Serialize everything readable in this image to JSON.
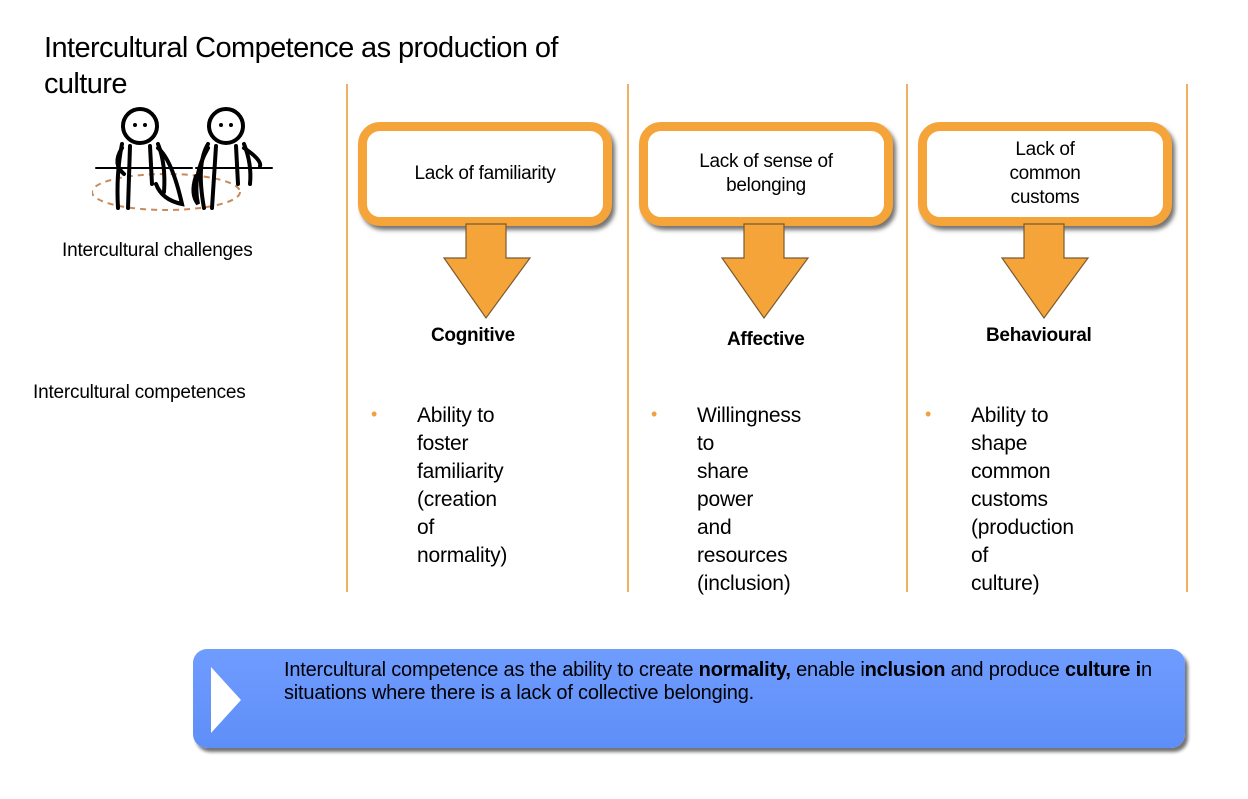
{
  "title": "Intercultural Competence as production of culture",
  "rows": {
    "challenges_label": "Intercultural challenges",
    "competences_label": "Intercultural competences"
  },
  "columns": [
    {
      "challenge_lines": [
        "Lack of familiarity"
      ],
      "heading": "Cognitive",
      "bullet_lines": [
        "Ability to foster",
        "familiarity",
        "(creation of",
        "normality)"
      ]
    },
    {
      "challenge_lines": [
        "Lack of sense of",
        "belonging"
      ],
      "heading": "Affective",
      "bullet_lines": [
        "Willingness to",
        "share power",
        "and resources",
        "(inclusion)"
      ]
    },
    {
      "challenge_lines": [
        "Lack of",
        "common",
        "customs"
      ],
      "heading": "Behavioural",
      "bullet_lines": [
        "Ability to shape",
        "common customs",
        "(production of",
        "culture)"
      ]
    }
  ],
  "bullet_marker": "•",
  "summary": {
    "part1": "Intercultural competence as the ability to create ",
    "bold1": "normality,",
    "part2": " enable i",
    "bold2": "nclusion",
    "part3": " and produce ",
    "bold3": "culture i",
    "part4": "n situations where there is a lack of collective belonging."
  },
  "colors": {
    "accent_orange": "#f5a43a",
    "arrow_fill": "#f5a43a",
    "divider": "#f0b060",
    "summary_blue": "#6f9cff"
  },
  "icons": {
    "figures": "two-people-figures-icon",
    "arrow": "arrow-down-icon",
    "chevron": "chevron-right-icon"
  }
}
